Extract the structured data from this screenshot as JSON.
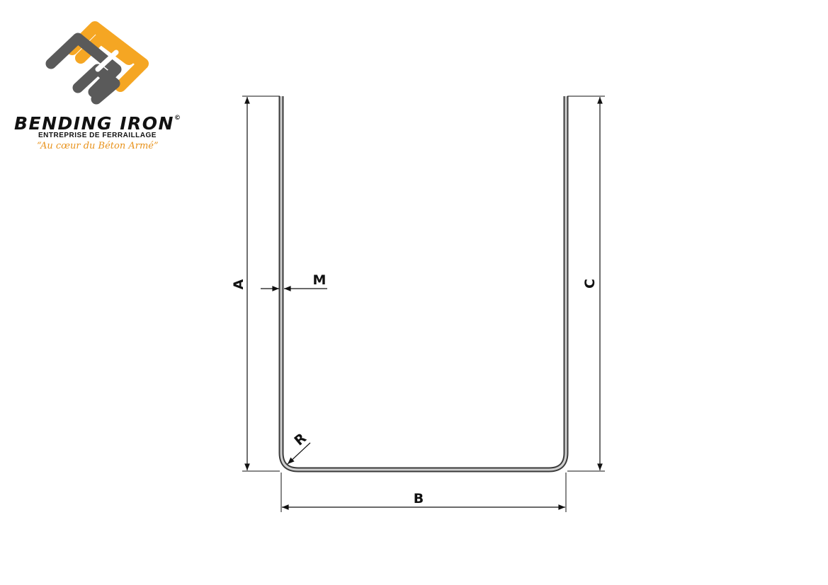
{
  "logo": {
    "brand_name": "BENDING IRON",
    "copyright_mark": "©",
    "subtitle": "ENTREPRISE DE FERRAILLAGE",
    "tagline": "“Au cœur du Béton Armé”",
    "colors": {
      "orange": "#f5a623",
      "gray": "#5a5a5a",
      "dark": "#111111",
      "tagline": "#e8921b"
    }
  },
  "dimensions": {
    "a": "A",
    "b": "B",
    "c": "C",
    "m": "M",
    "r": "R"
  },
  "shape": "U-bar (étrier en U)",
  "colors": {
    "bar_fill": "#cfcfcf",
    "bar_stroke": "#3a3a3a",
    "dim_line": "#111111"
  }
}
